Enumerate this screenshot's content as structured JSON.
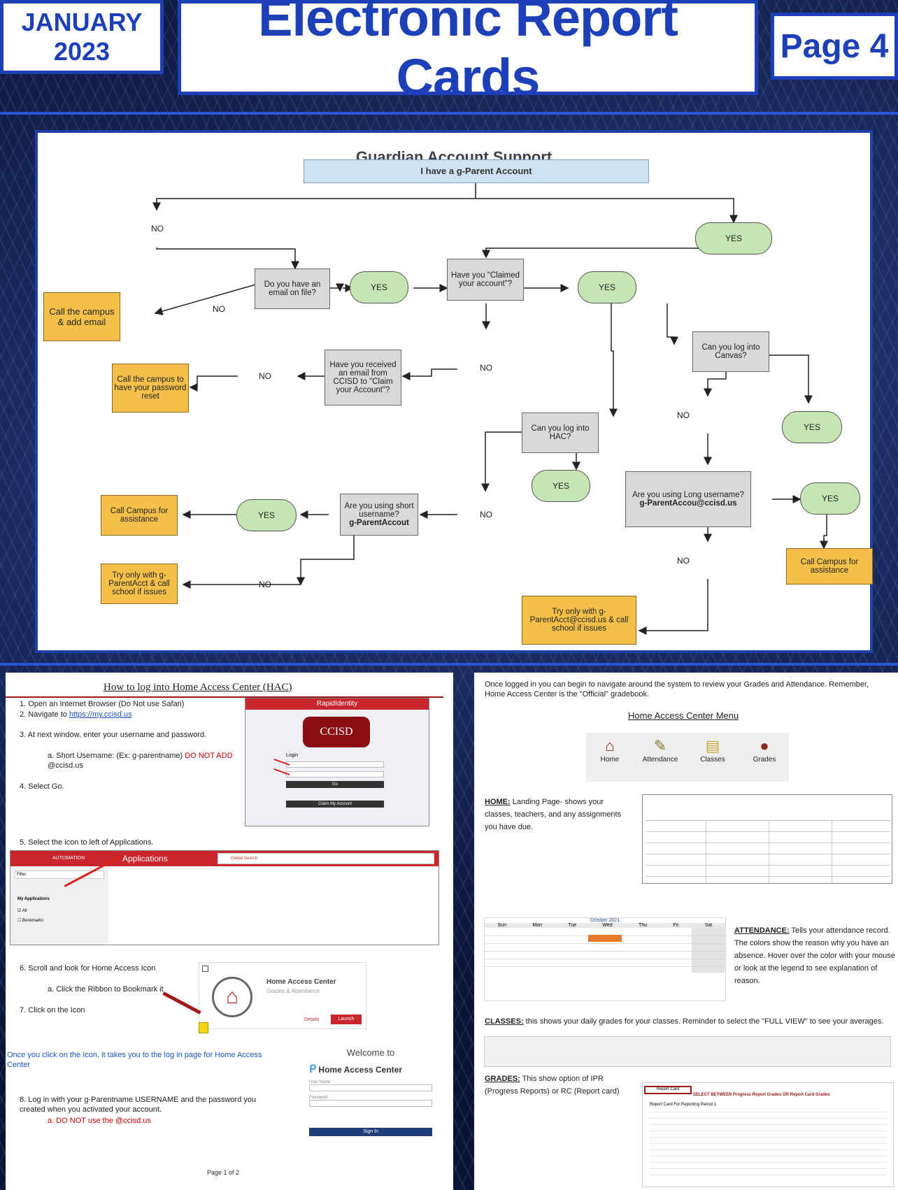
{
  "header": {
    "month": "JANUARY",
    "year": "2023",
    "title": "Electronic Report Cards",
    "page": "Page 4"
  },
  "flowchart": {
    "title": "Guardian Account Support",
    "start": "I have a g-Parent Account",
    "yes": "YES",
    "no": "NO",
    "q_email": "Do you have an email on file?",
    "q_claimed": "Have you \"Claimed your account\"?",
    "q_received": "Have you received an email from CCISD to \"Claim your Account\"?",
    "q_canvas": "Can you log into Canvas?",
    "q_hac": "Can you log into HAC?",
    "q_short": "Are you using short username?",
    "q_short_example": "g-ParentAccout",
    "q_long": "Are you using Long username?",
    "q_long_example": "g-ParentAccou@ccisd.us",
    "a_add_email": "Call the campus & add email",
    "a_reset": "Call the campus to have your password reset",
    "a_call_left": "Call Campus for assistance",
    "a_try_short": "Try only with g-ParentAcct & call school if issues",
    "a_try_long": "Try only with g-ParentAcct@ccisd.us & call school if issues",
    "a_call_right": "Call Campus for assistance"
  },
  "hac_login": {
    "heading": "How to log into Home Access Center (HAC)",
    "step1": "Open an Internet Browser (Do Not use Safari)",
    "step2_prefix": "Navigate to ",
    "step2_link": "https://my.ccisd.us",
    "step3": "At next window, enter your username and password.",
    "step3a_prefix": "Short Username:  (Ex: g-parentname) ",
    "step3a_warn": "DO NOT ADD",
    "step3a_suffix": " @ccisd.us",
    "step4": "Select Go.",
    "step5": "Select the icon to left of Applications.",
    "step6": "Scroll and look for Home Access Icon",
    "step6a": "Click the Ribbon to Bookmark it",
    "step7": "Click on the Icon",
    "note": "Once you click on the Icon, it takes you to the log in page for Home Access Center",
    "step8": "Log in with your g-Parentname USERNAME and the password you created when you activated your account.",
    "step8a": "DO NOT use the @ccisd.us",
    "footer": "Page 1 of 2",
    "rapid_identity": "RapidIdentity",
    "ccisd_logo": "CCISD",
    "login": "Login",
    "go": "Go",
    "claim": "Claim My Account",
    "automation": "AUTOMATION",
    "applications": "Applications",
    "global_search": "Global Search",
    "filter": "Filter",
    "my_apps": "My Applications",
    "all": "All",
    "bookmarks": "Bookmarks",
    "hac_tile_title": "Home Access Center",
    "hac_tile_sub": "Grades & Attendance",
    "details": "Details",
    "launch": "Launch",
    "welcome": "Welcome to",
    "hac_brand": "Home Access Center",
    "user_name": "User Name",
    "password": "Password",
    "sign_in": "Sign In"
  },
  "hac_menu": {
    "intro": "Once logged in you can begin to navigate around the system to review your Grades and Attendance.  Remember, Home Access Center is the \"Official\" gradebook.",
    "heading": "Home Access Center Menu",
    "menu_items": [
      "Home",
      "Attendance",
      "Classes",
      "Grades"
    ],
    "home_label": "HOME:",
    "home_text": " Landing Page- shows your classes, teachers, and any assignments you have due.",
    "attendance_label": "ATTENDANCE:",
    "attendance_text": " Tells your attendance record. The colors show the reason why you have an absence.  Hover over the color with your mouse or look at the legend to see explanation of reason.",
    "classes_label": "CLASSES:",
    "classes_text": "  this shows your daily grades for your classes. Reminder to select the \"FULL VIEW\" to see your averages.",
    "grades_label": "GRADES:",
    "grades_text": " This show option of IPR (Progress Reports) or RC (Report card)",
    "calendar_month": "October 2021",
    "calendar_days": [
      "Sun",
      "Mon",
      "Tue",
      "Wed",
      "Thu",
      "Fri",
      "Sat"
    ],
    "rc_select": "SELECT BETWEEN Progress Report Grades OR Report Card Grades",
    "rc_tab": "Report Card",
    "rc_period": "Report Card For Reporting Period 1"
  },
  "colors": {
    "brand_blue": "#1d3fb8",
    "yes_green": "#c7e5b2",
    "no_red": "#f4b6b6",
    "action_orange": "#f5c04a",
    "question_gray": "#d9d9d9",
    "hac_red": "#c8262c"
  }
}
